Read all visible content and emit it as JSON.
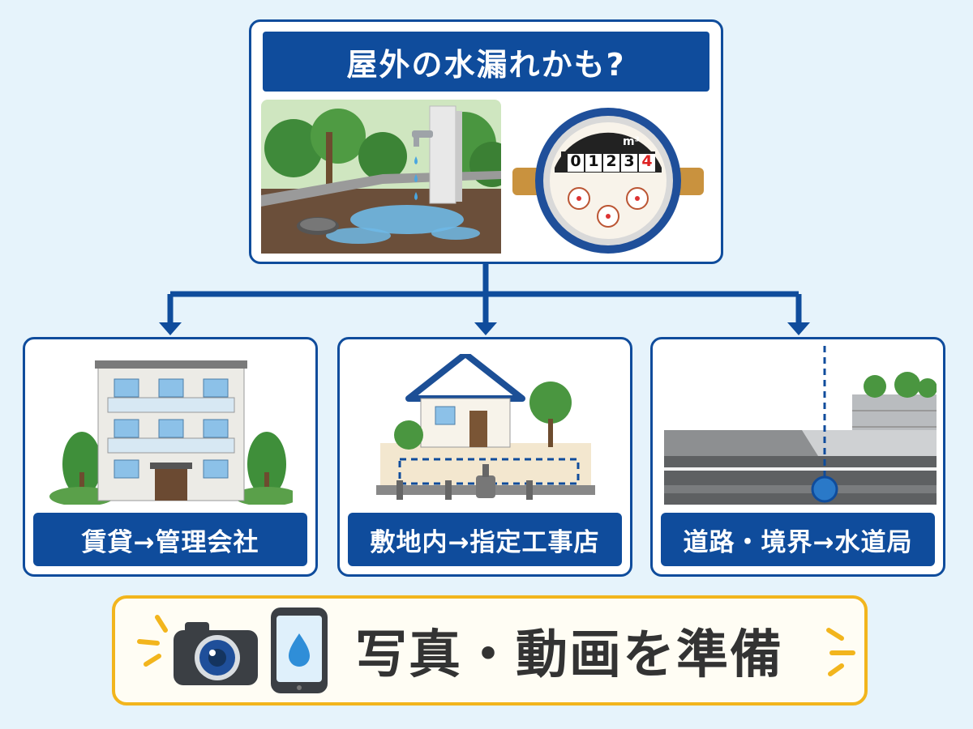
{
  "top_card": {
    "title": "屋外の水漏れかも?",
    "meter": {
      "unit": "m³",
      "digits": [
        "0",
        "1",
        "2",
        "3",
        "4"
      ]
    }
  },
  "branches": [
    {
      "label": "賃貸→管理会社",
      "icon": "apartment-icon"
    },
    {
      "label": "敷地内→指定工事店",
      "icon": "house-pipe-icon"
    },
    {
      "label": "道路・境界→水道局",
      "icon": "road-meter-icon"
    }
  ],
  "bottom": {
    "label": "写真・動画を準備",
    "icons": [
      "camera-icon",
      "smartphone-icon"
    ]
  },
  "colors": {
    "primary": "#0f4c9c",
    "background": "#e6f3fb",
    "accent_yellow": "#f2b51d",
    "water": "#4aa6e0"
  }
}
